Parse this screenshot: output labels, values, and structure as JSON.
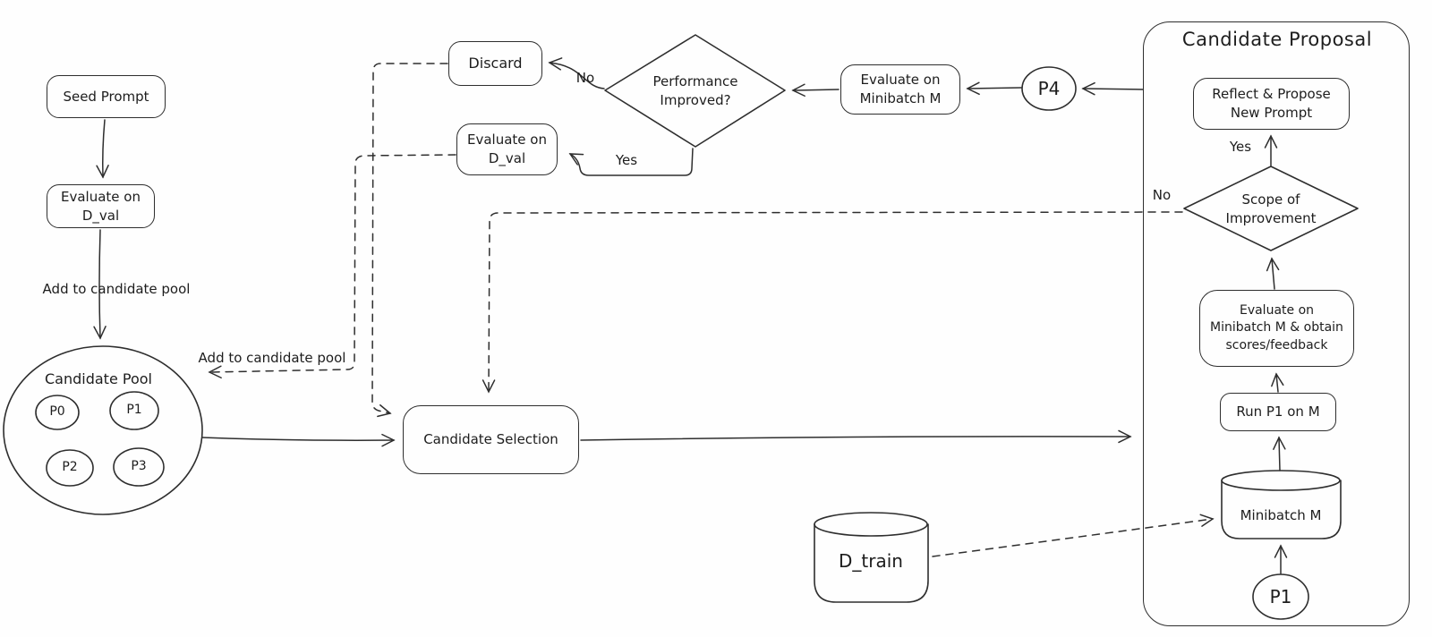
{
  "colors": {
    "stroke": "#2e2e2e",
    "text": "#1d1d1d",
    "background": "#fefefe"
  },
  "proposal_group": {
    "title": "Candidate Proposal"
  },
  "nodes": {
    "seed_prompt": "Seed Prompt",
    "evaluate_dval_left": "Evaluate on\nD_val",
    "candidate_pool_title": "Candidate Pool",
    "pool_p0": "P0",
    "pool_p1": "P1",
    "pool_p2": "P2",
    "pool_p3": "P3",
    "discard": "Discard",
    "evaluate_dval_mid": "Evaluate on\nD_val",
    "performance_diamond": "Performance\nImproved?",
    "evaluate_minibatch": "Evaluate on\nMinibatch M",
    "p4": "P4",
    "candidate_selection": "Candidate Selection",
    "d_train": "D_train",
    "reflect_propose": "Reflect & Propose\nNew Prompt",
    "scope_diamond": "Scope of\nImprovement",
    "evaluate_minibatch_obtain": "Evaluate on\nMinibatch M & obtain\nscores/feedback",
    "run_p1": "Run P1 on M",
    "minibatch_m": "Minibatch M",
    "p1_node": "P1"
  },
  "edge_labels": {
    "add_to_pool_left": "Add to candidate pool",
    "add_to_pool_mid": "Add to candidate pool",
    "performance_no": "No",
    "performance_yes": "Yes",
    "scope_no": "No",
    "scope_yes": "Yes"
  }
}
